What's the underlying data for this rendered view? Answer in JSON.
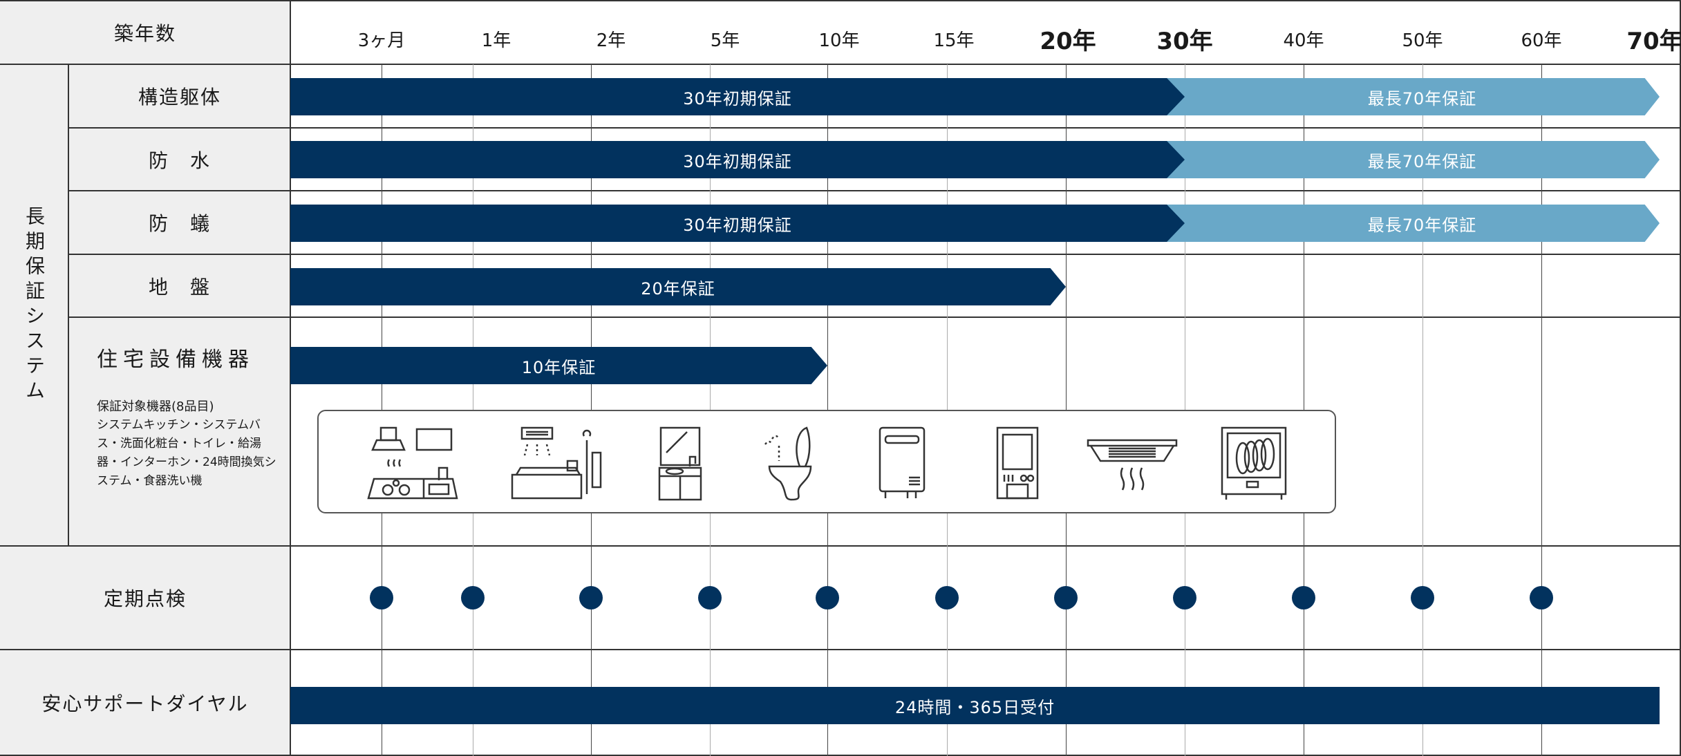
{
  "header": {
    "title": "築年数"
  },
  "timeline": [
    {
      "label": "3ヶ月",
      "bold": false
    },
    {
      "label": "1年",
      "bold": false
    },
    {
      "label": "2年",
      "bold": false
    },
    {
      "label": "5年",
      "bold": false
    },
    {
      "label": "10年",
      "bold": false
    },
    {
      "label": "15年",
      "bold": false
    },
    {
      "label": "20年",
      "bold": true
    },
    {
      "label": "30年",
      "bold": true
    },
    {
      "label": "40年",
      "bold": false
    },
    {
      "label": "50年",
      "bold": false
    },
    {
      "label": "60年",
      "bold": false
    },
    {
      "label": "70年",
      "bold": true
    }
  ],
  "group_label": "長期保証システム",
  "rows": {
    "structure": {
      "label": "構造躯体",
      "bar1": "30年初期保証",
      "bar2": "最長70年保証"
    },
    "waterproof": {
      "label": "防　水",
      "bar1": "30年初期保証",
      "bar2": "最長70年保証"
    },
    "termite": {
      "label": "防　蟻",
      "bar1": "30年初期保証",
      "bar2": "最長70年保証"
    },
    "ground": {
      "label": "地　盤",
      "bar1": "20年保証"
    },
    "equipment": {
      "label": "住宅設備機器",
      "bar1": "10年保証",
      "note_title": "保証対象機器(8品目)",
      "note_body": "システムキッチン・システムバス・洗面化粧台・トイレ・給湯器・インターホン・24時間換気システム・食器洗い機",
      "icons": [
        "system-kitchen-icon",
        "system-bath-icon",
        "vanity-icon",
        "toilet-icon",
        "water-heater-icon",
        "intercom-icon",
        "ventilation-icon",
        "dishwasher-icon"
      ]
    },
    "inspection": {
      "label": "定期点検"
    },
    "support": {
      "label": "安心サポートダイヤル",
      "bar1": "24時間・365日受付"
    }
  },
  "colors": {
    "navy": "#02325e",
    "light_blue": "#69a8c8",
    "label_bg": "#efefef"
  }
}
